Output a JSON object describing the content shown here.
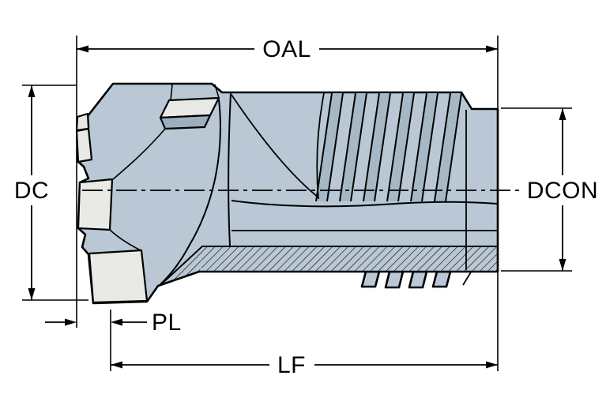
{
  "dimensions": {
    "oal": {
      "label": "OAL"
    },
    "dc": {
      "label": "DC"
    },
    "dcon": {
      "label": "DCON"
    },
    "pl": {
      "label": "PL"
    },
    "lf": {
      "label": "LF"
    }
  },
  "colors": {
    "background": "#ffffff",
    "body_fill": "#b9c8d4",
    "groove_fill": "#a6b8c6",
    "insert_fill": "#e9e9e6",
    "pocket_side_fill": "#9cafbf",
    "outline": "#000000"
  }
}
